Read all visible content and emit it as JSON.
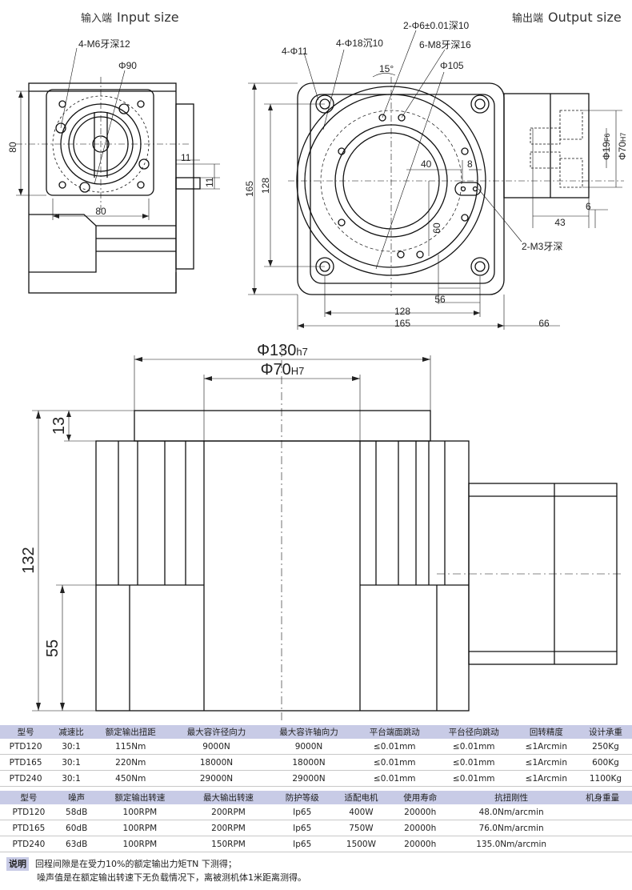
{
  "header": {
    "input_cn": "输入端",
    "input_en": "Input size",
    "output_cn": "输出端",
    "output_en": "Output size"
  },
  "input_dims": {
    "m6": "4-M6牙深12",
    "phi90": "Φ90",
    "d80v": "80",
    "d80h": "80",
    "d11a": "11",
    "d11b": "11"
  },
  "output_dims": {
    "phi11": "4-Φ11",
    "phi18": "4-Φ18沉10",
    "phi6": "2-Φ6±0.01深10",
    "m8": "6-M8牙深16",
    "deg15": "15°",
    "phi105": "Φ105",
    "d165v": "165",
    "d128v": "128",
    "d40": "40",
    "d8": "8",
    "d60": "60",
    "m3": "2-M3牙深",
    "phi19": "Φ19",
    "phi19tol": "F6",
    "phi70": "Φ70",
    "phi70tol": "H7",
    "d43": "43",
    "d6": "6",
    "d56": "56",
    "d128h": "128",
    "d165h": "165",
    "d66": "66"
  },
  "section_dims": {
    "phi130": "Φ130",
    "phi130tol": "h7",
    "phi70": "Φ70",
    "phi70tol": "H7",
    "d13": "13",
    "d132": "132",
    "d55": "55"
  },
  "table1": {
    "headers": [
      "型号",
      "减速比",
      "额定输出扭距",
      "最大容许径向力",
      "最大容许轴向力",
      "平台端面跳动",
      "平台径向跳动",
      "回转精度",
      "设计承重"
    ],
    "rows": [
      [
        "PTD120",
        "30:1",
        "115Nm",
        "9000N",
        "9000N",
        "≤0.01mm",
        "≤0.01mm",
        "≤1Arcmin",
        "250Kg"
      ],
      [
        "PTD165",
        "30:1",
        "220Nm",
        "18000N",
        "18000N",
        "≤0.01mm",
        "≤0.01mm",
        "≤1Arcmin",
        "600Kg"
      ],
      [
        "PTD240",
        "30:1",
        "450Nm",
        "29000N",
        "29000N",
        "≤0.01mm",
        "≤0.01mm",
        "≤1Arcmin",
        "1100Kg"
      ]
    ]
  },
  "table2": {
    "headers": [
      "型号",
      "噪声",
      "额定输出转速",
      "最大输出转速",
      "防护等级",
      "适配电机",
      "使用寿命",
      "抗扭刚性",
      "机身重量"
    ],
    "rows": [
      [
        "PTD120",
        "58dB",
        "100RPM",
        "200RPM",
        "Ip65",
        "400W",
        "20000h",
        "48.0Nm/arcmin",
        ""
      ],
      [
        "PTD165",
        "60dB",
        "100RPM",
        "200RPM",
        "Ip65",
        "750W",
        "20000h",
        "76.0Nm/arcmin",
        ""
      ],
      [
        "PTD240",
        "63dB",
        "100RPM",
        "150RPM",
        "Ip65",
        "1500W",
        "20000h",
        "135.0Nm/arcmin",
        ""
      ]
    ]
  },
  "notes": {
    "label": "说明",
    "line1": "回程间隙是在受力10%的额定输出力矩TN 下测得；",
    "line2": "噪声值是在额定输出转速下无负载情况下，离被测机体1米距离测得。"
  }
}
